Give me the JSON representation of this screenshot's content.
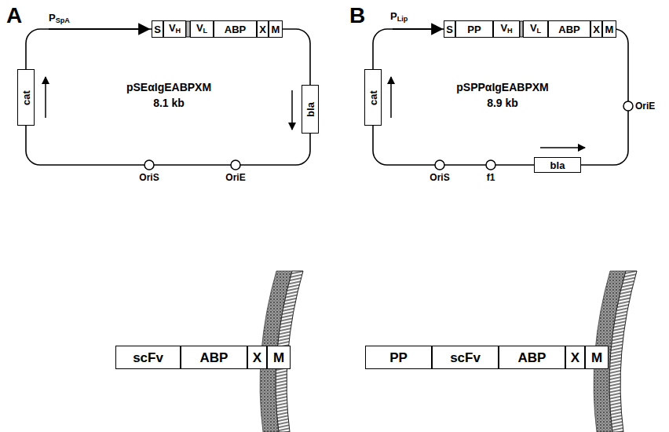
{
  "diagram": {
    "nodes": [
      {
        "text": [
          "S"
        ]
      },
      {
        "text": [
          "VH"
        ]
      },
      {
        "text": [
          "VL"
        ]
      },
      {
        "text": [
          "ABP"
        ]
      },
      {
        "text": [
          "X"
        ]
      },
      {
        "text": [
          "M"
        ]
      },
      {
        "text": [
          "cat"
        ]
      },
      {
        "text": [
          "bla"
        ]
      },
      {
        "text": [
          "S"
        ]
      },
      {
        "text": [
          "PP"
        ]
      },
      {
        "text": [
          "VH"
        ]
      },
      {
        "text": [
          "VL"
        ]
      },
      {
        "text": [
          "ABP"
        ]
      },
      {
        "text": [
          "X"
        ]
      },
      {
        "text": [
          "M"
        ]
      },
      {
        "text": [
          "cat"
        ]
      },
      {
        "text": [
          "bla"
        ]
      },
      {
        "text": [
          "scFv"
        ]
      },
      {
        "text": [
          "ABP"
        ]
      },
      {
        "text": [
          "X"
        ]
      },
      {
        "text": [
          "M"
        ]
      },
      {
        "text": [
          "PP"
        ]
      },
      {
        "text": [
          "scFv"
        ]
      },
      {
        "text": [
          "ABP"
        ]
      },
      {
        "text": [
          "X"
        ]
      },
      {
        "text": [
          "M"
        ]
      }
    ],
    "labels": [
      "A",
      "PSpA",
      "pSEαIgEABPXM",
      "8.1 kb",
      "OriS",
      "OriE",
      "B",
      "PLip",
      "pSPPαIgEABPXM",
      "8.9 kb",
      "OriE",
      "OriS",
      "f1"
    ]
  }
}
